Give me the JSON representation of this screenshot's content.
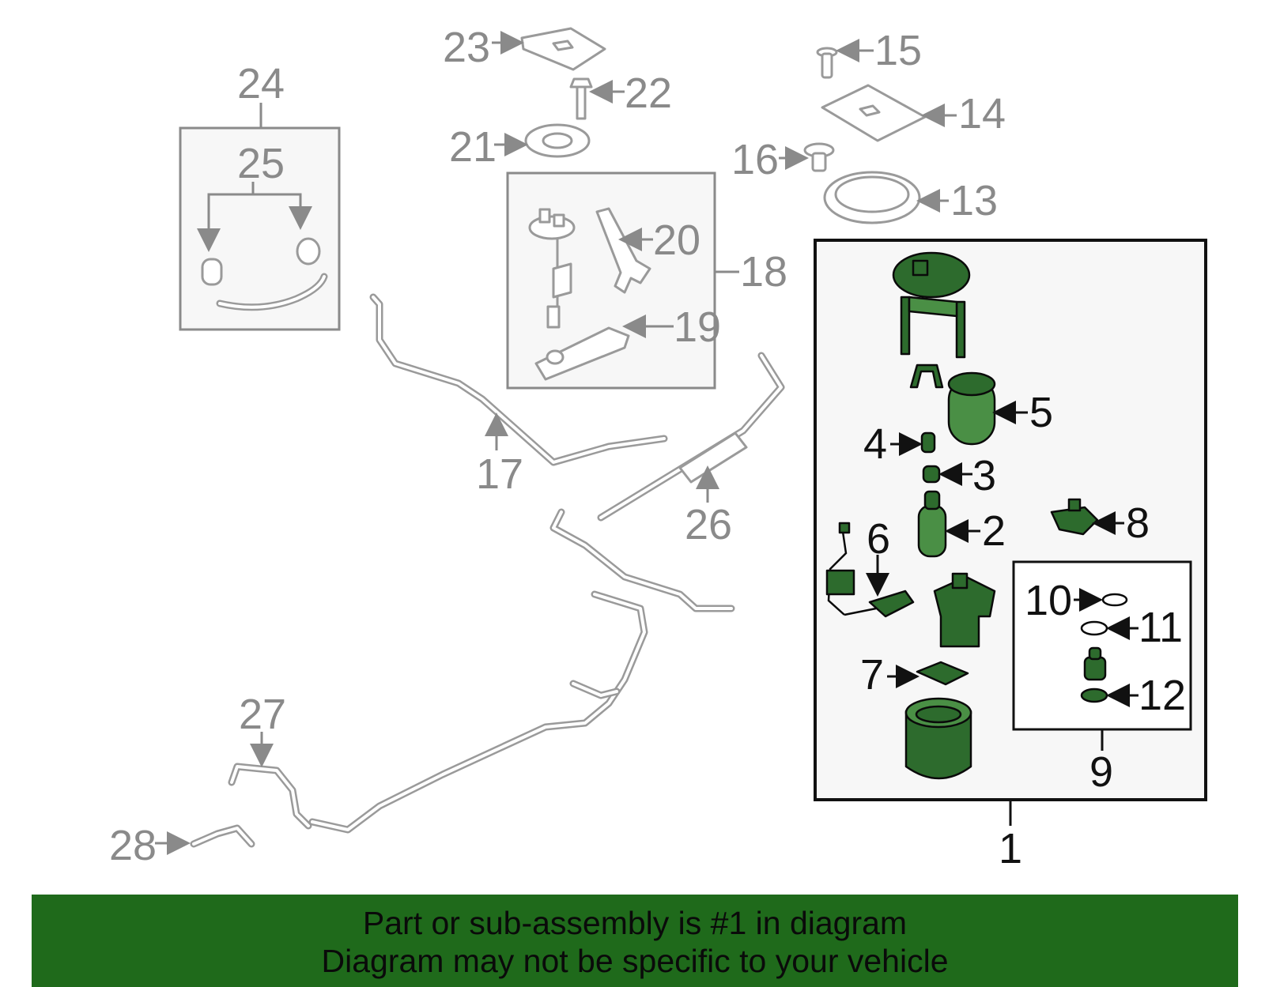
{
  "callouts": {
    "c1": "1",
    "c2": "2",
    "c3": "3",
    "c4": "4",
    "c5": "5",
    "c6": "6",
    "c7": "7",
    "c8": "8",
    "c9": "9",
    "c10": "10",
    "c11": "11",
    "c12": "12",
    "c13": "13",
    "c14": "14",
    "c15": "15",
    "c16": "16",
    "c17": "17",
    "c18": "18",
    "c19": "19",
    "c20": "20",
    "c21": "21",
    "c22": "22",
    "c23": "23",
    "c24": "24",
    "c25": "25",
    "c26": "26",
    "c27": "27",
    "c28": "28"
  },
  "colors": {
    "highlight_part": "#2d6b2d",
    "other_part": "#9a9a9a",
    "banner_bg": "#1f6a1b"
  },
  "banner": {
    "line1": "Part or sub-assembly is #1 in diagram",
    "line2": "Diagram may not be specific to your vehicle"
  }
}
